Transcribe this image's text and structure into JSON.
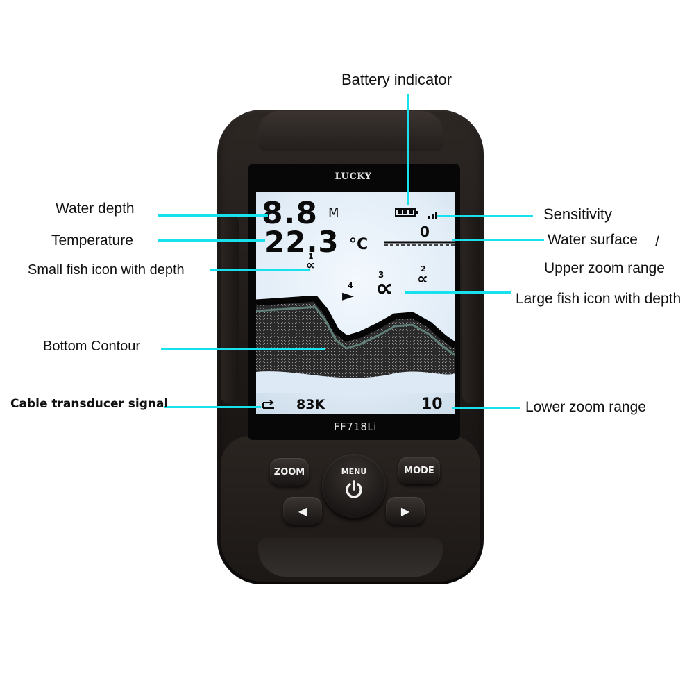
{
  "callouts": {
    "battery": "Battery indicator",
    "water_depth": "Water depth",
    "temperature": "Temperature",
    "small_fish": "Small fish icon with depth",
    "bottom_contour": "Bottom Contour",
    "cable_signal": "Cable transducer signal",
    "sensitivity": "Sensitivity",
    "water_surface": "Water surface",
    "slash": "/",
    "upper_zoom": "Upper zoom range",
    "large_fish": "Large fish icon with depth",
    "lower_zoom": "Lower zoom range"
  },
  "device": {
    "brand": "LUCKY",
    "model": "FF718Li",
    "buttons": {
      "zoom": "ZOOM",
      "menu": "MENU",
      "mode": "MODE"
    }
  },
  "screen": {
    "depth_value": "8.8",
    "depth_unit": "M",
    "temp_value": "22.3",
    "temp_unit": "°C",
    "upper_range": "0",
    "lower_range": "10",
    "frequency": "83K",
    "fish": [
      {
        "depth": "1",
        "size": "small"
      },
      {
        "depth": "4",
        "size": "small"
      },
      {
        "depth": "3",
        "size": "large"
      },
      {
        "depth": "2",
        "size": "small"
      }
    ]
  },
  "colors": {
    "leader": "#18e1ee",
    "screen": "#e2edf7",
    "body": "#1d1917"
  }
}
